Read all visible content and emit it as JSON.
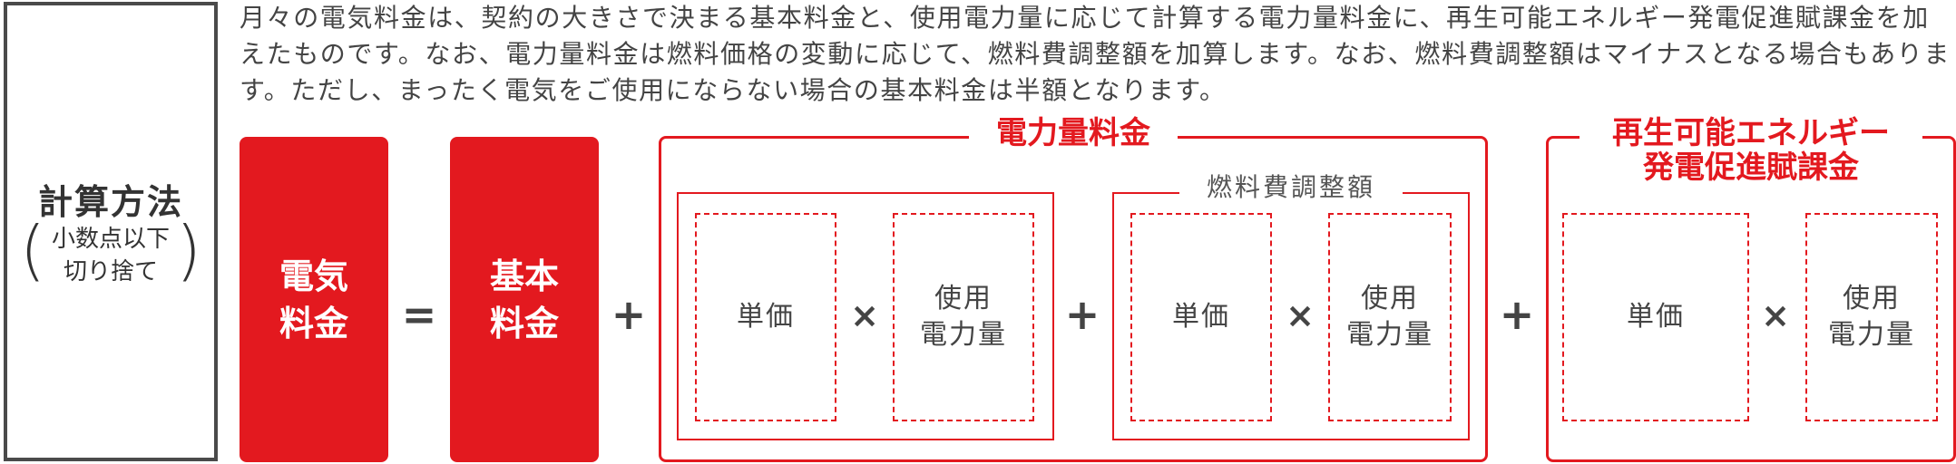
{
  "method": {
    "title": "計算方法",
    "note_line1": "小数点以下",
    "note_line2": "切り捨て",
    "paren_open": "(",
    "paren_close": ")"
  },
  "description": "月々の電気料金は、契約の大きさで決まる基本料金と、使用電力量に応じて計算する電力量料金に、再生可能エネルギー発電促進賦課金を加えたものです。なお、電力量料金は燃料価格の変動に応じて、燃料費調整額を加算します。なお、燃料費調整額はマイナスとなる場合もあります。ただし、まったく電気をご使用にならない場合の基本料金は半額となります。",
  "formula": {
    "electric_fee_line1": "電気",
    "electric_fee_line2": "料金",
    "equals": "=",
    "basic_fee_line1": "基本",
    "basic_fee_line2": "料金",
    "plus": "+",
    "times": "×",
    "energy_group_title": "電力量料金",
    "fuel_group_title": "燃料費調整額",
    "renewable_title_line1": "再生可能エネルギー",
    "renewable_title_line2": "発電促進賦課金",
    "unit_price": "単価",
    "usage_line1": "使用",
    "usage_line2": "電力量"
  },
  "colors": {
    "accent": "#e3191f",
    "text": "#333333",
    "border": "#4a4a4a"
  }
}
